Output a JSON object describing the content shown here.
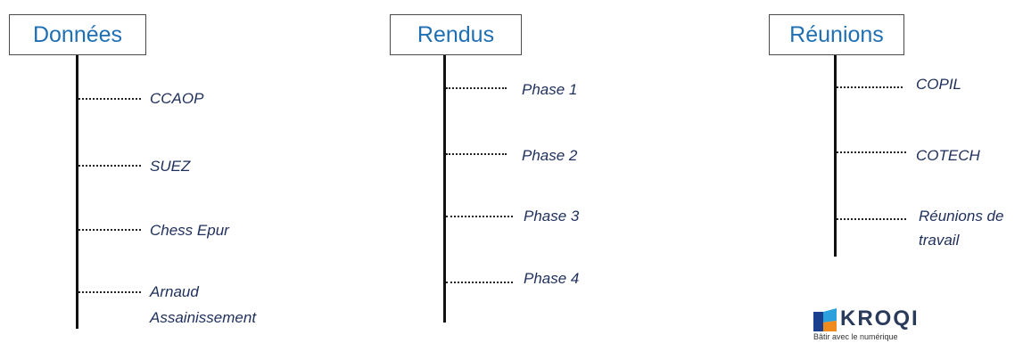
{
  "columns": [
    {
      "title": "Données",
      "items": [
        "CCAOP",
        "SUEZ",
        "Chess Epur",
        "Arnaud",
        "Assainissement"
      ]
    },
    {
      "title": "Rendus",
      "items": [
        "Phase 1",
        "Phase 2",
        "Phase 3",
        "Phase 4"
      ]
    },
    {
      "title": "Réunions",
      "items": [
        "COPIL",
        "COTECH",
        "Réunions de",
        "travail"
      ]
    }
  ],
  "logo": {
    "name": "KROQI",
    "tagline": "Bâtir avec le numérique",
    "colors": {
      "mark_dark": "#1b3f8f",
      "mark_light": "#2ba0dc",
      "mark_orange": "#f08a1d"
    }
  },
  "colors": {
    "header_text": "#1f6fb3",
    "item_text": "#1f2f5c",
    "line": "#111111"
  }
}
